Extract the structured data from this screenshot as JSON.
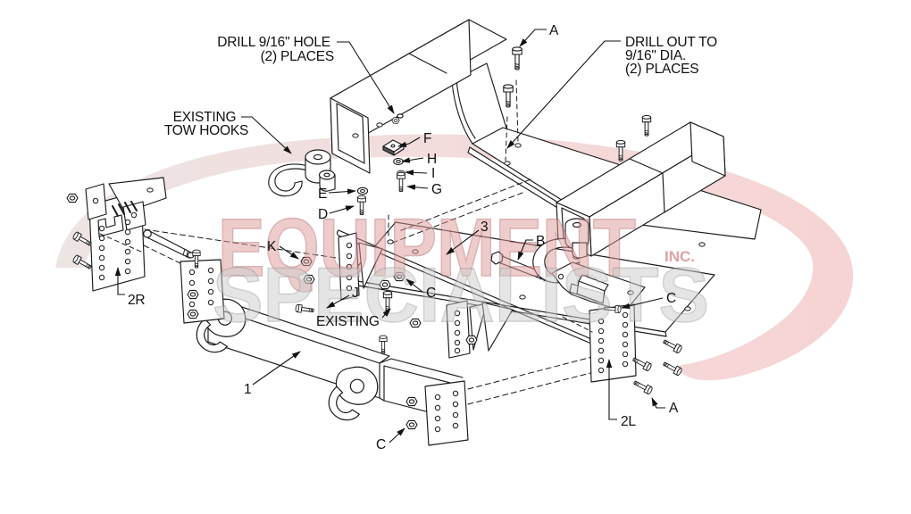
{
  "watermark": {
    "equipment": "EQUIPMENT",
    "specialists": "SPECIALISTS",
    "inc": "INC.",
    "swoosh_color_left": "#eadfdf",
    "swoosh_color_right": "#f5cccc",
    "equipment_color": "#e09a9a",
    "equipment_outline": "#b86868",
    "specialists_color": "#cccccc",
    "specialists_outline": "#9f9f9f",
    "inc_color": "#d98b8b"
  },
  "callouts": {
    "drill_hole": {
      "line1": "DRILL 9/16\" HOLE",
      "line2": "(2) PLACES"
    },
    "drill_out": {
      "line1": "DRILL OUT TO",
      "line2": "9/16\" DIA.",
      "line3": "(2) PLACES"
    },
    "existing_tow_hooks": {
      "line1": "EXISTING",
      "line2": "TOW HOOKS"
    },
    "existing_hardware": "EXISTING"
  },
  "part_labels": {
    "a_top": "A",
    "a_bottom": "A",
    "b": "B",
    "c_center": "C",
    "c_right": "C",
    "c_bottom": "C",
    "d": "D",
    "e": "E",
    "f": "F",
    "g": "G",
    "h": "H",
    "i": "I",
    "j": "J",
    "k": "K",
    "part_1": "1",
    "part_3": "3",
    "part_2r": "2R",
    "part_2l": "2L"
  },
  "line_color": "#1a1a1a"
}
